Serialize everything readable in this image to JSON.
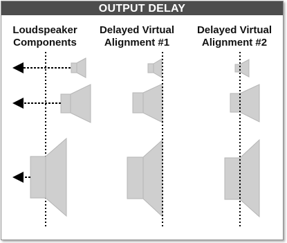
{
  "title": "OUTPUT DELAY",
  "columns": [
    {
      "line1": "Loudspeaker",
      "line2": "Components"
    },
    {
      "line1": "Delayed Virtual",
      "line2": "Alignment #1"
    },
    {
      "line1": "Delayed Virtual",
      "line2": "Alignment #2"
    }
  ],
  "colors": {
    "speaker_fill": "#cfcfcf",
    "speaker_stroke": "#b5b5b5",
    "title_bar": "#4d4d4d",
    "line": "#000000"
  }
}
